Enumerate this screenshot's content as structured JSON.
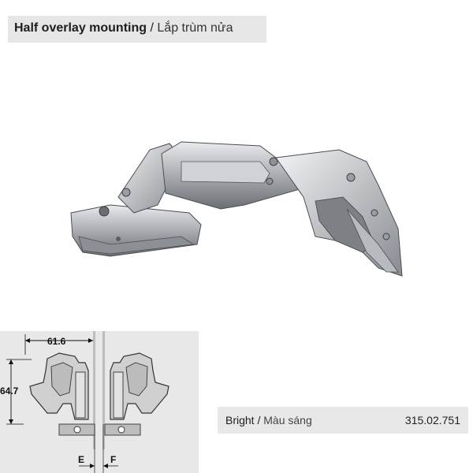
{
  "header": {
    "title_en": "Half overlay mounting",
    "separator": "/",
    "title_vi": "Lắp trùm nửa"
  },
  "diagram": {
    "dim_width": "61.6",
    "dim_height": "64.7",
    "label_e": "E",
    "label_f": "F"
  },
  "product": {
    "finish_en": "Bright",
    "separator": "/",
    "finish_vi": "Màu sáng",
    "code": "315.02.751"
  },
  "colors": {
    "panel_bg": "#e8e8e8",
    "hinge_metal": "#a9acb0",
    "hinge_dark": "#5e6166"
  }
}
